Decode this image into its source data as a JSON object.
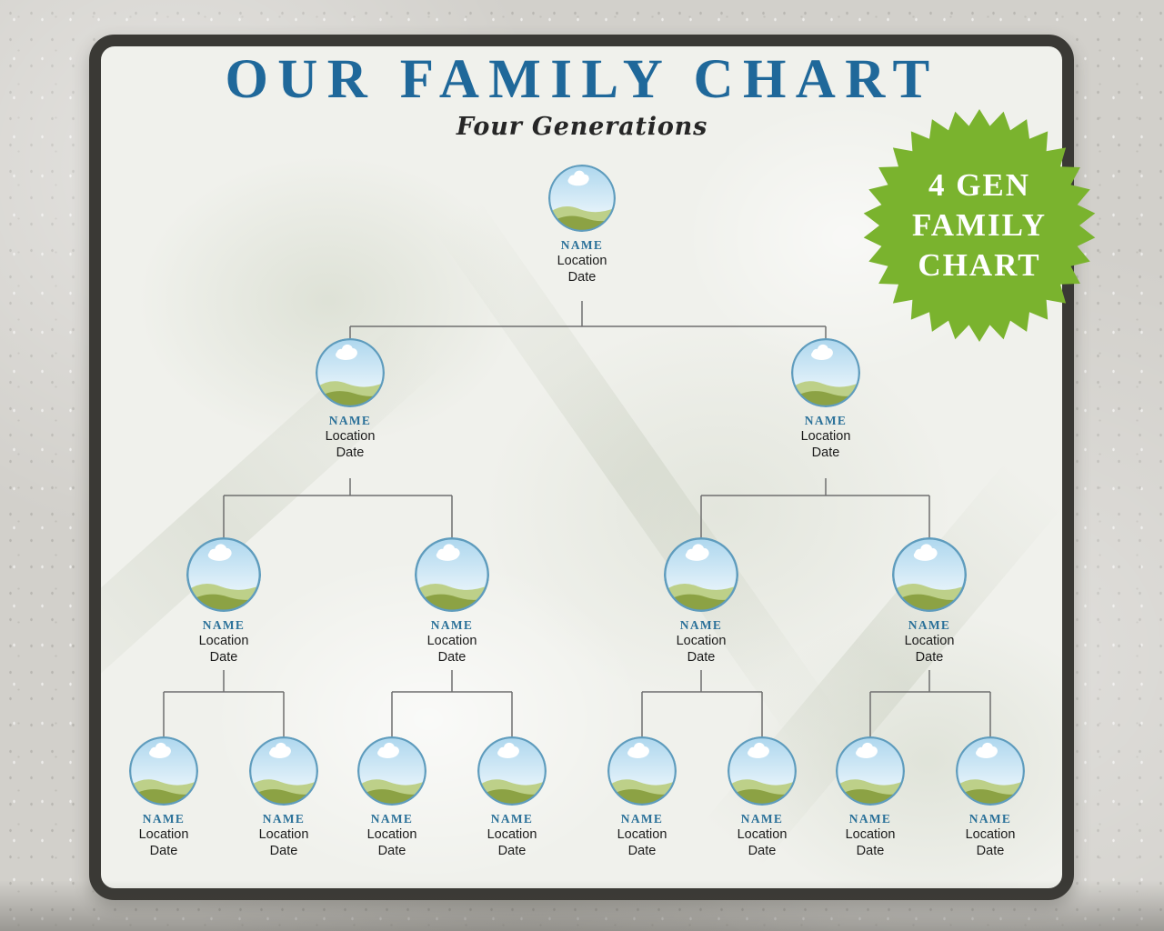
{
  "header": {
    "title": "OUR FAMILY CHART",
    "subtitle": "Four Generations"
  },
  "badge": {
    "lines": [
      "4 GEN",
      "FAMILY",
      "CHART"
    ]
  },
  "tree": {
    "generations": [
      {
        "persons": [
          {
            "name": "NAME",
            "location": "Location",
            "date": "Date"
          }
        ]
      },
      {
        "persons": [
          {
            "name": "NAME",
            "location": "Location",
            "date": "Date"
          },
          {
            "name": "NAME",
            "location": "Location",
            "date": "Date"
          }
        ]
      },
      {
        "persons": [
          {
            "name": "NAME",
            "location": "Location",
            "date": "Date"
          },
          {
            "name": "NAME",
            "location": "Location",
            "date": "Date"
          },
          {
            "name": "NAME",
            "location": "Location",
            "date": "Date"
          },
          {
            "name": "NAME",
            "location": "Location",
            "date": "Date"
          }
        ]
      },
      {
        "persons": [
          {
            "name": "NAME",
            "location": "Location",
            "date": "Date"
          },
          {
            "name": "NAME",
            "location": "Location",
            "date": "Date"
          },
          {
            "name": "NAME",
            "location": "Location",
            "date": "Date"
          },
          {
            "name": "NAME",
            "location": "Location",
            "date": "Date"
          },
          {
            "name": "NAME",
            "location": "Location",
            "date": "Date"
          },
          {
            "name": "NAME",
            "location": "Location",
            "date": "Date"
          },
          {
            "name": "NAME",
            "location": "Location",
            "date": "Date"
          },
          {
            "name": "NAME",
            "location": "Location",
            "date": "Date"
          }
        ]
      }
    ]
  },
  "colors": {
    "title_blue": "#1f689a",
    "name_teal": "#2b7199",
    "badge_green": "#7ab32e",
    "badge_text": "#ffffff",
    "frame_charcoal": "#3a3935",
    "connector_gray": "#6e6e6e",
    "circle_border_blue": "#5f9cbd",
    "sky_top": "#aed7ee",
    "sky_bottom": "#eaf5fb",
    "hill_back_green": "#bdd089",
    "hill_front_green": "#8ca244",
    "cloud_white": "#ffffff",
    "panel_background": "#f0f1ec",
    "concrete_gray": "#d2d0cb",
    "body_text": "#1b1b1b"
  }
}
